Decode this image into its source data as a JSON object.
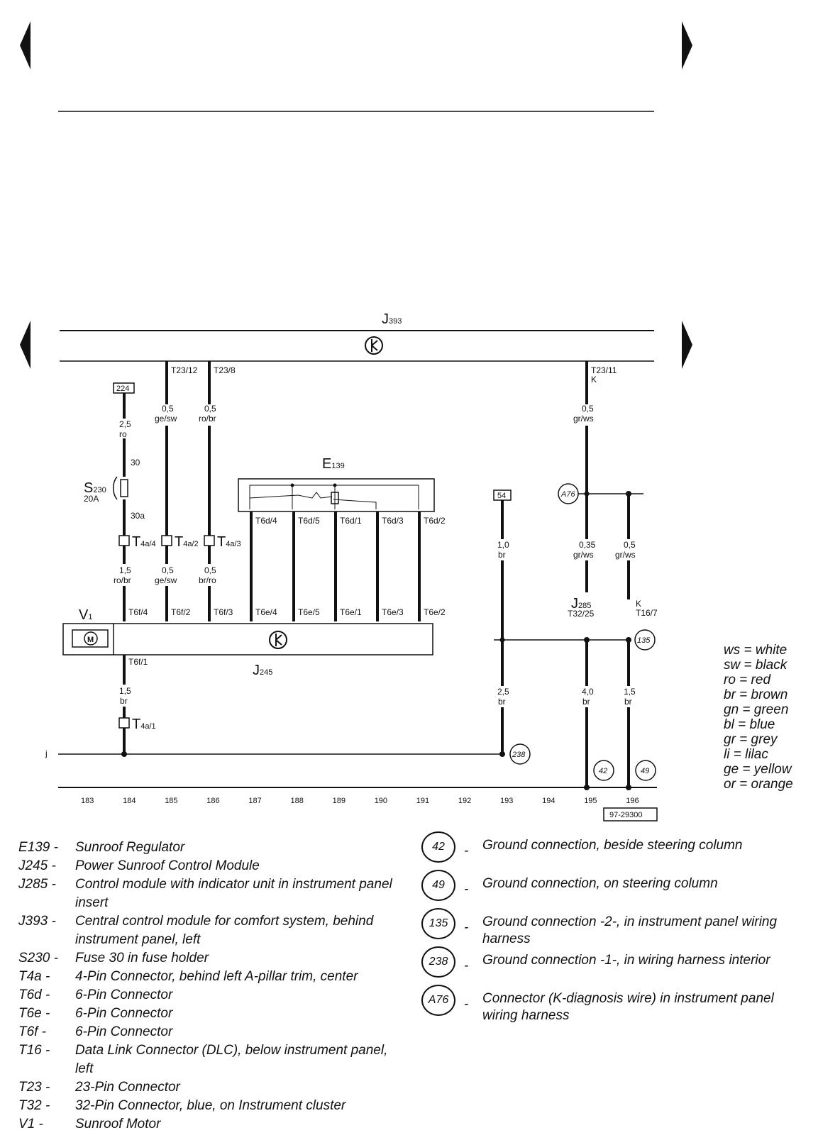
{
  "modules": {
    "j393": {
      "letter": "J",
      "num": "393"
    },
    "e139": {
      "letter": "E",
      "num": "139"
    },
    "s230": {
      "letter": "S",
      "num": "230",
      "rating": "20A"
    },
    "v1": {
      "letter": "V",
      "num": "1"
    },
    "j245": {
      "letter": "J",
      "num": "245"
    },
    "j285": {
      "letter": "J",
      "num": "285",
      "pin": "T32/25"
    },
    "t16": {
      "k": "K",
      "pin": "T16/7"
    }
  },
  "wires": [
    {
      "id": "w184a",
      "size": "2,5",
      "color": "ro"
    },
    {
      "id": "w184b",
      "size": "1,5",
      "color": "ro/br"
    },
    {
      "id": "w184c",
      "size": "1,5",
      "color": "br"
    },
    {
      "id": "w185a",
      "size": "0,5",
      "color": "ge/sw"
    },
    {
      "id": "w185b",
      "size": "0,5",
      "color": "ge/sw"
    },
    {
      "id": "w186a",
      "size": "0,5",
      "color": "ro/br"
    },
    {
      "id": "w186b",
      "size": "0,5",
      "color": "br/ro"
    },
    {
      "id": "w193a",
      "size": "1,0",
      "color": "br"
    },
    {
      "id": "w193b",
      "size": "2,5",
      "color": "br"
    },
    {
      "id": "w195a",
      "size": "0,5",
      "color": "gr/ws"
    },
    {
      "id": "w195b",
      "size": "0,35",
      "color": "gr/ws"
    },
    {
      "id": "w195c",
      "size": "4,0",
      "color": "br"
    },
    {
      "id": "w196a",
      "size": "0,5",
      "color": "gr/ws"
    },
    {
      "id": "w196c",
      "size": "1,5",
      "color": "br"
    }
  ],
  "pins": {
    "t23_12": "T23/12",
    "t23_8": "T23/8",
    "t23_11": "T23/11",
    "k": "K",
    "p30": "30",
    "p30a": "30a",
    "t4a4": {
      "t": "T",
      "s": "4a/4"
    },
    "t4a2": {
      "t": "T",
      "s": "4a/2"
    },
    "t4a3": {
      "t": "T",
      "s": "4a/3"
    },
    "t4a1": {
      "t": "T",
      "s": "4a/1"
    },
    "t6d4": "T6d/4",
    "t6d5": "T6d/5",
    "t6d1": "T6d/1",
    "t6d3": "T6d/3",
    "t6d2": "T6d/2",
    "t6f4": "T6f/4",
    "t6f2": "T6f/2",
    "t6f3": "T6f/3",
    "t6f1": "T6f/1",
    "t6e4": "T6e/4",
    "t6e5": "T6e/5",
    "t6e1": "T6e/1",
    "t6e3": "T6e/3",
    "t6e2": "T6e/2"
  },
  "boxes": {
    "b224": "224",
    "b54": "54"
  },
  "grounds_in_diagram": {
    "g238": "238",
    "g42": "42",
    "g49": "49",
    "g135": "135",
    "a76": "A76"
  },
  "line_label_j": "j",
  "tracks": [
    "183",
    "184",
    "185",
    "186",
    "187",
    "188",
    "189",
    "190",
    "191",
    "192",
    "193",
    "194",
    "195",
    "196"
  ],
  "figure_code": "97-29300",
  "color_key": [
    "ws = white",
    "sw = black",
    "ro  = red",
    "br  = brown",
    "gn  = green",
    "bl   = blue",
    "gr  = grey",
    "li    = lilac",
    "ge  = yellow",
    "or   = orange"
  ],
  "legend": [
    {
      "code": "E139 -",
      "desc": "Sunroof Regulator"
    },
    {
      "code": "J245 -",
      "desc": "Power Sunroof Control Module"
    },
    {
      "code": "J285 -",
      "desc": "Control module with indicator unit in instrument panel insert"
    },
    {
      "code": "J393 -",
      "desc": "Central control module for comfort system, behind instrument panel, left"
    },
    {
      "code": "S230 -",
      "desc": "Fuse 30 in fuse holder"
    },
    {
      "code": "T4a   -",
      "desc": "4-Pin Connector, behind left A-pillar trim, center"
    },
    {
      "code": "T6d   -",
      "desc": "6-Pin Connector"
    },
    {
      "code": "T6e   -",
      "desc": "6-Pin Connector"
    },
    {
      "code": "T6f    -",
      "desc": "6-Pin Connector"
    },
    {
      "code": "T16   -",
      "desc": "Data Link Connector (DLC), below instrument panel, left"
    },
    {
      "code": "T23   -",
      "desc": "23-Pin Connector"
    },
    {
      "code": "T32   -",
      "desc": "32-Pin Connector, blue, on Instrument cluster"
    },
    {
      "code": "V1     -",
      "desc": "Sunroof Motor"
    }
  ],
  "grounds": [
    {
      "num": "42",
      "desc": "Ground connection, beside steering column"
    },
    {
      "num": "49",
      "desc": "Ground connection, on steering column"
    },
    {
      "num": "135",
      "desc": "Ground connection -2-, in instrument panel wiring harness"
    },
    {
      "num": "238",
      "desc": "Ground connection -1-, in wiring harness interior"
    },
    {
      "num": "A76",
      "desc": "Connector (K-diagnosis wire) in instrument panel wiring harness"
    }
  ],
  "dash": "-"
}
